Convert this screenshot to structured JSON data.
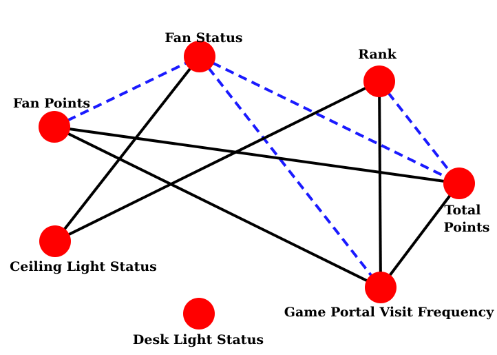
{
  "diagram": {
    "type": "graph",
    "node_color": "#ff0000",
    "solid_edge_color": "#000000",
    "dashed_edge_color": "#1a1aff",
    "nodes": [
      {
        "id": "fan-status",
        "label": "Fan Status"
      },
      {
        "id": "rank",
        "label": "Rank"
      },
      {
        "id": "fan-points",
        "label": "Fan Points"
      },
      {
        "id": "total-points",
        "label_lines": [
          "Total",
          "Points"
        ]
      },
      {
        "id": "ceiling-light-status",
        "label": "Ceiling Light Status"
      },
      {
        "id": "game-portal-visit-frequency",
        "label": "Game Portal Visit Frequency"
      },
      {
        "id": "desk-light-status",
        "label": "Desk Light Status"
      }
    ],
    "edges": [
      {
        "from": "fan-points",
        "to": "fan-status",
        "style": "dashed"
      },
      {
        "from": "fan-status",
        "to": "total-points",
        "style": "dashed"
      },
      {
        "from": "fan-status",
        "to": "game-portal-visit-frequency",
        "style": "dashed"
      },
      {
        "from": "rank",
        "to": "total-points",
        "style": "dashed"
      },
      {
        "from": "fan-status",
        "to": "ceiling-light-status",
        "style": "solid"
      },
      {
        "from": "rank",
        "to": "ceiling-light-status",
        "style": "solid"
      },
      {
        "from": "rank",
        "to": "game-portal-visit-frequency",
        "style": "solid"
      },
      {
        "from": "fan-points",
        "to": "total-points",
        "style": "solid"
      },
      {
        "from": "fan-points",
        "to": "game-portal-visit-frequency",
        "style": "solid"
      },
      {
        "from": "total-points",
        "to": "game-portal-visit-frequency",
        "style": "solid"
      }
    ]
  }
}
